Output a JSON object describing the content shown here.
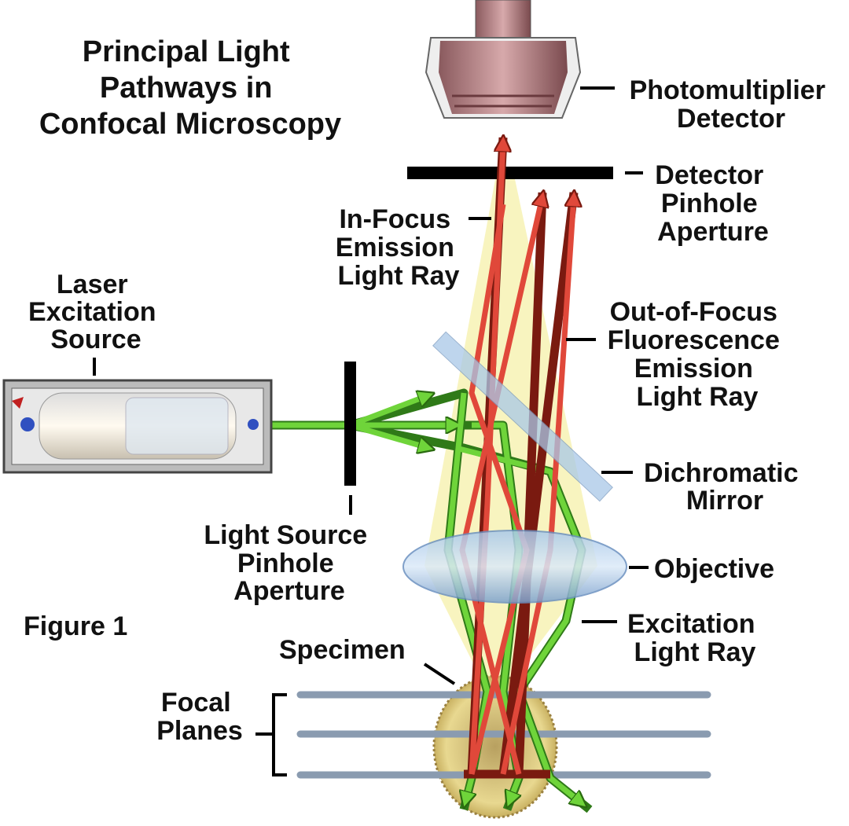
{
  "title": [
    "Principal Light",
    "Pathways in",
    "Confocal Microscopy"
  ],
  "figure_label": "Figure 1",
  "labels": {
    "photomultiplier": [
      "Photomultiplier",
      "Detector"
    ],
    "detector_pinhole": [
      "Detector",
      "Pinhole",
      "Aperture"
    ],
    "in_focus": [
      "In-Focus",
      "Emission",
      "Light Ray"
    ],
    "laser": [
      "Laser",
      "Excitation",
      "Source"
    ],
    "out_of_focus": [
      "Out-of-Focus",
      "Fluorescence",
      "Emission",
      "Light Ray"
    ],
    "dichromatic": [
      "Dichromatic",
      "Mirror"
    ],
    "light_source_pinhole": [
      "Light Source",
      "Pinhole",
      "Aperture"
    ],
    "objective": [
      "Objective"
    ],
    "excitation": [
      "Excitation",
      "Light Ray"
    ],
    "specimen": [
      "Specimen"
    ],
    "focal_planes": [
      "Focal",
      "Planes"
    ]
  },
  "colors": {
    "emission": "#e0483a",
    "excitation": "#6fd43a",
    "cone": "#f7f3b8",
    "mirror": "#a9c8e8",
    "plane": "#8a9bb0"
  }
}
